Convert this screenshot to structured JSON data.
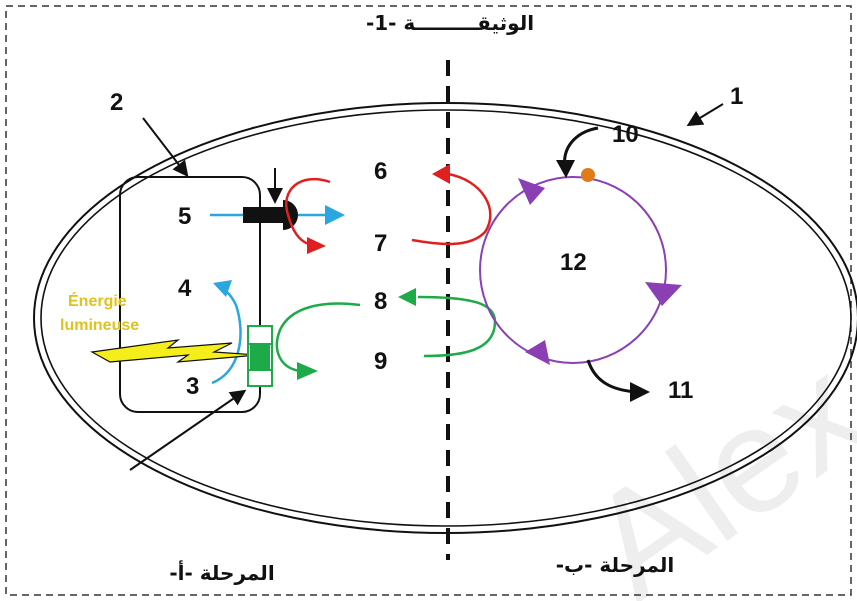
{
  "title": "الوثيقـــــــــة -1-",
  "phase_a_label": "المرحلة -أ-",
  "phase_b_label": "المرحلة -ب-",
  "energy_label": [
    "Énergie",
    "lumineuse"
  ],
  "watermark": "Alex",
  "labels": {
    "n1": "1",
    "n2": "2",
    "n3": "3",
    "n4": "4",
    "n5": "5",
    "n6": "6",
    "n7": "7",
    "n8": "8",
    "n9": "9",
    "n10": "10",
    "n11": "11",
    "n12": "12"
  },
  "colors": {
    "red": "#e02020",
    "blue": "#2aa6e0",
    "green": "#1faa4a",
    "purple": "#8a3fb5",
    "orange": "#e07b1a",
    "yellow": "#f5ee1a"
  }
}
